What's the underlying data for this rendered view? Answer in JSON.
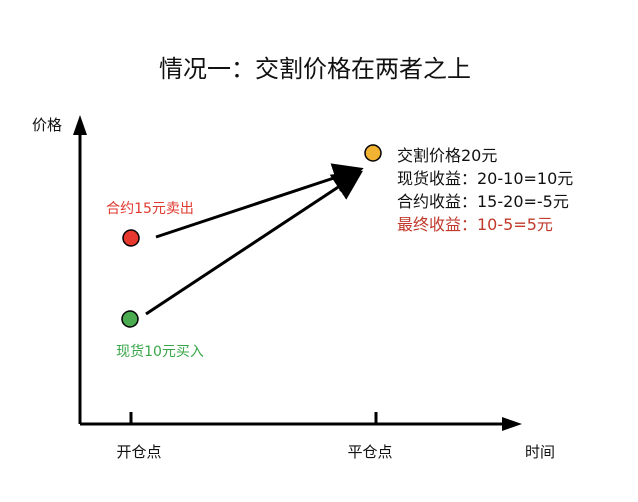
{
  "title": "情况一：交割价格在两者之上",
  "axes": {
    "y_label": "价格",
    "x_label": "时间",
    "x_ticks": [
      "开仓点",
      "平仓点"
    ]
  },
  "points": {
    "contract_label": "合约15元卖出",
    "spot_label": "现货10元买入"
  },
  "info": {
    "line1": "交割价格20元",
    "line2": "现货收益：20-10=10元",
    "line3": "合约收益：15-20=-5元",
    "line4": "最终收益：10-5=5元"
  },
  "colors": {
    "contract": "#e8392e",
    "spot": "#4aab50",
    "delivery": "#f2b232",
    "final_text": "#c0392b",
    "contract_text": "#e03a30",
    "spot_text": "#3aa64a"
  }
}
